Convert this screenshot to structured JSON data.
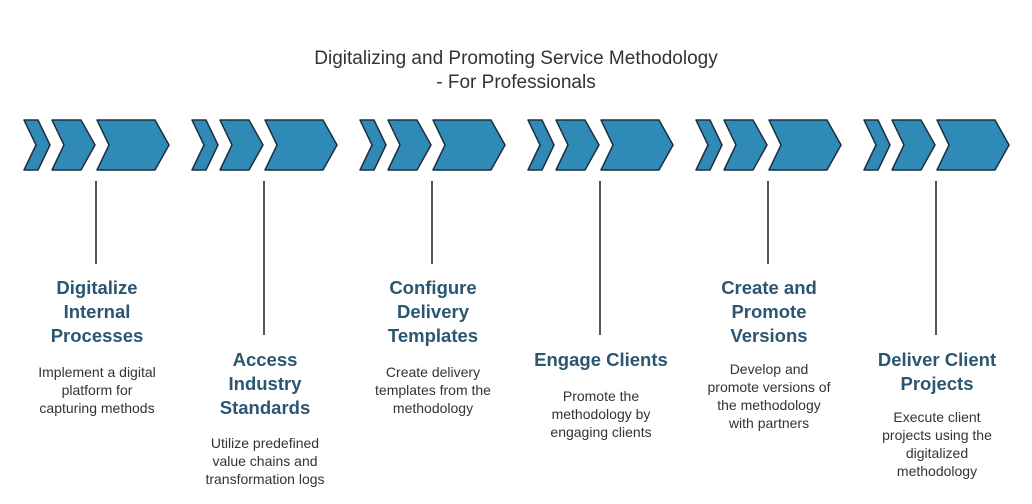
{
  "title": {
    "line1": "Digitalizing and Promoting Service Methodology",
    "line2": "- For Professionals"
  },
  "colors": {
    "chevron_fill": "#2f8ab8",
    "chevron_stroke": "#1f2f3a",
    "heading": "#2b5672",
    "connector": "#555555"
  },
  "steps": [
    {
      "heading": [
        "Digitalize",
        "Internal",
        "Processes"
      ],
      "description": [
        "Implement a digital",
        "platform for",
        "capturing methods"
      ],
      "icon": "triple-chevron-arrow"
    },
    {
      "heading": [
        "Access",
        "Industry",
        "Standards"
      ],
      "description": [
        "Utilize predefined",
        "value chains and",
        "transformation logs"
      ],
      "icon": "triple-chevron-arrow"
    },
    {
      "heading": [
        "Configure",
        "Delivery",
        "Templates"
      ],
      "description": [
        "Create delivery",
        "templates from the",
        "methodology"
      ],
      "icon": "triple-chevron-arrow"
    },
    {
      "heading": [
        "Engage Clients"
      ],
      "description": [
        "Promote the",
        "methodology by",
        "engaging clients"
      ],
      "icon": "triple-chevron-arrow"
    },
    {
      "heading": [
        "Create and",
        "Promote",
        "Versions"
      ],
      "description": [
        "Develop and",
        "promote versions of",
        "the methodology",
        "with partners"
      ],
      "icon": "triple-chevron-arrow"
    },
    {
      "heading": [
        "Deliver Client",
        "Projects"
      ],
      "description": [
        "Execute client",
        "projects using the",
        "digitalized",
        "methodology"
      ],
      "icon": "triple-chevron-arrow"
    }
  ]
}
